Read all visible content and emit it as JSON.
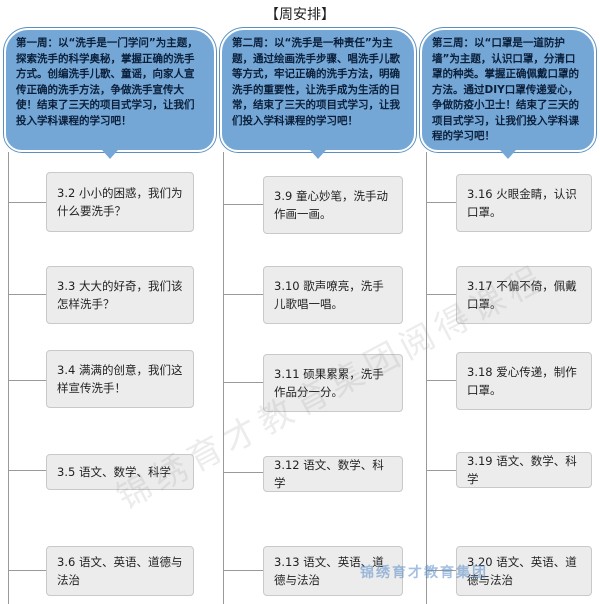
{
  "title": "【周安排】",
  "weeks": [
    {
      "topic": "第一周：以“洗手是一门学问”为主题，探索洗手的科学奥秘，掌握正确的洗手方式。创编洗手儿歌、童谣，向家人宣传正确的洗手方法，争做洗手宣传大使！结束了三天的项目式学习，让我们投入学科课程的学习吧！",
      "items": [
        "3.2 小小的困惑，我们为什么要洗手？",
        "3.3 大大的好奇，我们该怎样洗手？",
        "3.4 满满的创意，我们这样宣传洗手！",
        "3.5 语文、数学、科学",
        "3.6 语文、英语、道德与法治"
      ]
    },
    {
      "topic": "第二周：以“洗手是一种责任”为主题，通过绘画洗手步骤、唱洗手儿歌等方式，牢记正确的洗手方法，明确洗手的重要性，让洗手成为生活的日常，结束了三天的项目式学习，让我们投入学科课程的学习吧！",
      "items": [
        "3.9 童心妙笔，洗手动作画一画。",
        "3.10 歌声嘹亮，洗手儿歌唱一唱。",
        "3.11 硕果累累，洗手作品分一分。",
        "3.12 语文、数学、科学",
        "3.13 语文、英语、道德与法治"
      ]
    },
    {
      "topic": "第三周：以“口罩是一道防护墙”为主题，认识口罩，分清口罩的种类。掌握正确佩戴口罩的方法。通过DIY口罩传递爱心，争做防疫小卫士！结束了三天的项目式学习，让我们投入学科课程的学习吧！",
      "items": [
        "3.16 火眼金睛，认识口罩。",
        "3.17 不偏不倚，佩戴口罩。",
        "3.18 爱心传递，制作口罩。",
        "3.19 语文、数学、科学",
        "3.20 语文、英语、道德与法治"
      ]
    }
  ],
  "watermark": "锦绣育才教育集团阅得课程",
  "watermark_logo": "锦绣育才教育集团"
}
